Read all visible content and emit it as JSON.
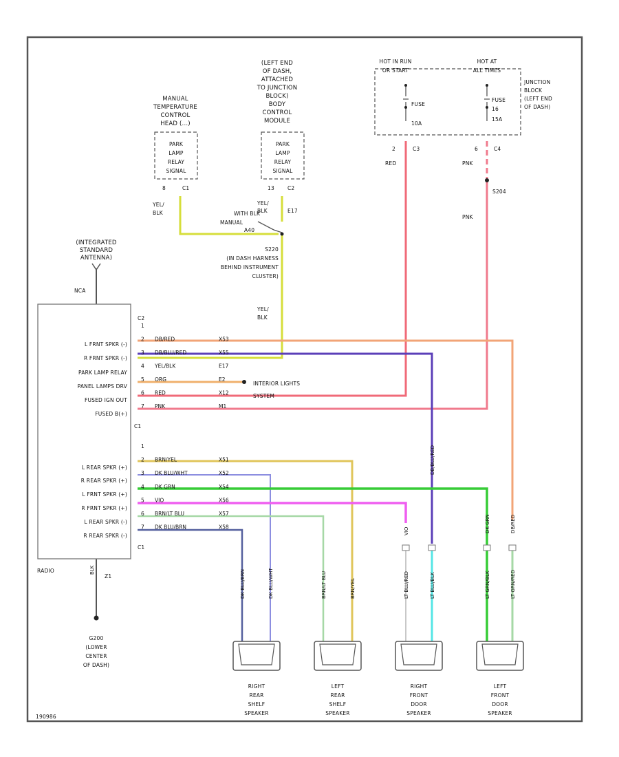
{
  "frame": {
    "diagram_id": "190986"
  },
  "components": {
    "antenna_label": [
      "(INTEGRATED",
      "STANDARD",
      "ANTENNA)"
    ],
    "antenna_connector": "NCA",
    "temp_head_label": [
      "MANUAL",
      "TEMPERATURE",
      "CONTROL",
      "HEAD (...)"
    ],
    "temp_head_box": [
      "PARK",
      "LAMP",
      "RELAY",
      "SIGNAL"
    ],
    "temp_head_pin": "8",
    "temp_head_conn": "C1",
    "bcm_label": [
      "(LEFT END",
      "OF DASH,",
      "ATTACHED",
      "TO JUNCTION",
      "BLOCK)",
      "BODY",
      "CONTROL",
      "MODULE"
    ],
    "bcm_box": [
      "PARK",
      "LAMP",
      "RELAY",
      "SIGNAL"
    ],
    "bcm_pin": "13",
    "bcm_conn": "C2",
    "fuse1_header": "HOT IN RUN",
    "fuse1_sub": "OR START",
    "fuse1_name": "FUSE",
    "fuse1_num": "",
    "fuse1_amp": "10A",
    "fuse1_pin": "2",
    "fuse1_conn": "C3",
    "fuse1_wire": "RED",
    "fuse2_header": "HOT AT",
    "fuse2_sub": "ALL TIMES",
    "fuse2_name": "FUSE",
    "fuse2_num": "16",
    "fuse2_amp": "15A",
    "fuse2_pin": "6",
    "fuse2_conn": "C4",
    "fuse2_wire": "PNK",
    "junction_block": [
      "JUNCTION",
      "BLOCK",
      "(LEFT END",
      "OF DASH)"
    ],
    "splice_s204": "S204",
    "splice_s204_wire": "PNK",
    "wire_temp_color": [
      "YEL/",
      "BLK"
    ],
    "wire_bcm_color": [
      "YEL/",
      "BLK"
    ],
    "wire_bcm_circuit": "E17",
    "with_blk_label": [
      "WITH BLK",
      "MANUAL"
    ],
    "circuit_a40": "A40",
    "splice_s220": [
      "S220",
      "(IN DASH HARNESS",
      "BEHIND INSTRUMENT",
      "CLUSTER)"
    ],
    "wire_yelblk_main": [
      "YEL/",
      "BLK"
    ],
    "radio_label": "RADIO",
    "radio_pins_top": [
      "L FRNT SPKR (-)",
      "R FRNT SPKR (-)",
      "PARK LAMP RELAY",
      "PANEL LAMPS DRV",
      "FUSED IGN OUT",
      "FUSED B(+)"
    ],
    "radio_pins_bottom": [
      "L REAR SPKR (+)",
      "R REAR SPKR (+)",
      "L FRNT SPKR (+)",
      "R FRNT SPKR (+)",
      "L REAR SPKR (-)",
      "R REAR SPKR (-)"
    ],
    "radio_conn_top": "C1",
    "radio_conn_mid": "C2",
    "radio_conn_bot": "C1",
    "ground_wire": "BLK",
    "ground_circuit": "Z1",
    "ground_label": [
      "G200",
      "(LOWER",
      "CENTER",
      "OF DASH)"
    ],
    "exterior_lights": [
      "INTERIOR LIGHTS",
      "SYSTEM"
    ]
  },
  "top_wires": [
    {
      "pin": "1",
      "color": "",
      "circuit": "",
      "hex": "#ffffff"
    },
    {
      "pin": "2",
      "color": "DB/RED",
      "circuit": "X53",
      "hex": "#f2a477"
    },
    {
      "pin": "3",
      "color": "DB/BLU/RED",
      "circuit": "X55",
      "hex": "#5b3fb8"
    },
    {
      "pin": "4",
      "color": "YEL/BLK",
      "circuit": "E17",
      "hex": "#d6de3a"
    },
    {
      "pin": "5",
      "color": "ORG",
      "circuit": "E2",
      "hex": "#f0b06c"
    },
    {
      "pin": "6",
      "color": "RED",
      "circuit": "X12",
      "hex": "#f06a78"
    },
    {
      "pin": "7",
      "color": "PNK",
      "circuit": "M1",
      "hex": "#f07a8c"
    }
  ],
  "bottom_wires": [
    {
      "pin": "1",
      "color": "",
      "circuit": "",
      "hex": "#ffffff"
    },
    {
      "pin": "2",
      "color": "BRN/YEL",
      "circuit": "X51",
      "hex": "#e0c55a"
    },
    {
      "pin": "3",
      "color": "DK BLU/WHT",
      "circuit": "X52",
      "hex": "#8c8ee0"
    },
    {
      "pin": "4",
      "color": "DK GRN",
      "circuit": "X54",
      "hex": "#36cc36"
    },
    {
      "pin": "5",
      "color": "VIO",
      "circuit": "X56",
      "hex": "#ef5ef0"
    },
    {
      "pin": "6",
      "color": "BRN/LT BLU",
      "circuit": "X57",
      "hex": "#a6d8a6"
    },
    {
      "pin": "7",
      "color": "DK BLU/BRN",
      "circuit": "X58",
      "hex": "#55609e"
    }
  ],
  "vertical_wire_labels": {
    "right_rear_1": "DK BLU/BRN",
    "right_rear_2": "DK BLU/WHT",
    "left_rear_1": "BRN/LT BLU",
    "left_rear_2": "BRN/YEL",
    "right_front_1": "LT BLU/RED",
    "right_front_2": "LT BLU/BLK",
    "right_front_mid": "VIO",
    "right_front_mid2": "DB/BLU/RED",
    "left_front_1": "LT GRN/BLK",
    "left_front_2": "LT GRN/RED",
    "left_front_mid": "DK GRN",
    "left_front_mid2": "DB/RED"
  },
  "speakers": [
    {
      "name": [
        "RIGHT",
        "REAR",
        "SHELF",
        "SPEAKER"
      ]
    },
    {
      "name": [
        "LEFT",
        "REAR",
        "SHELF",
        "SPEAKER"
      ]
    },
    {
      "name": [
        "RIGHT",
        "FRONT",
        "DOOR",
        "SPEAKER"
      ]
    },
    {
      "name": [
        "LEFT",
        "FRONT",
        "DOOR",
        "SPEAKER"
      ]
    }
  ],
  "colors": {
    "frame": "#555555",
    "yel_blk": "#d6de3a",
    "red": "#f06a78",
    "pnk": "#f07a8c",
    "lt_cyan": "#55e6e6"
  }
}
